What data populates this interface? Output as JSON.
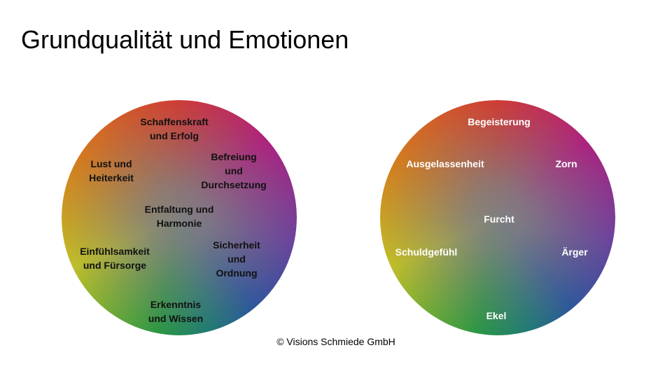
{
  "title": "Grundqualität und Emotionen",
  "left_wheel": {
    "labels": [
      "Schaffenskraft\nund Erfolg",
      "Befreiung und\nDurchsetzung",
      "Sicherheit und\nOrdnung",
      "Erkenntnis\nund Wissen",
      "Einfühlsamkeit\nund Fürsorge",
      "Lust und\nHeiterkeit",
      "Entfaltung und\nHarmonie"
    ]
  },
  "right_wheel": {
    "labels": [
      "Begeisterung",
      "Zorn",
      "Ärger",
      "Ekel",
      "Schuldgefühl",
      "Ausgelassenheit",
      "Furcht"
    ]
  },
  "copyright": "© Visions Schmiede GmbH",
  "colors": {
    "red": "#d8322c",
    "magenta": "#b2157f",
    "purple": "#6b3aa0",
    "blue": "#2250a0",
    "teal": "#137a72",
    "green": "#1f9a3c",
    "yellow_green": "#c8c81c",
    "orange": "#e07a10"
  }
}
